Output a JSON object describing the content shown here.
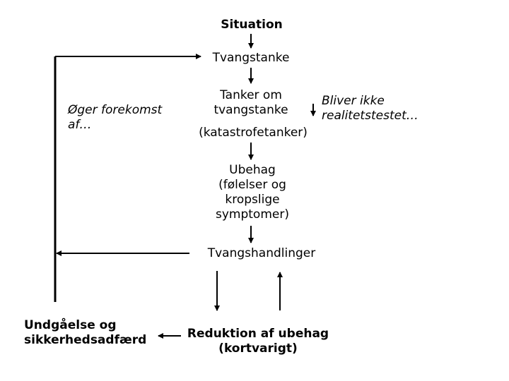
{
  "nodes": {
    "situation": "Situation",
    "tvangstanke": "Tvangstanke",
    "tanker_line1": "Tanker om",
    "tanker_line2": "tvangstanke",
    "katastrofe": "(katastrofetanker)",
    "bliver_line1": "Bliver ikke",
    "bliver_line2": "realitetstestet…",
    "oger_line1": "Øger forekomst",
    "oger_line2": "af…",
    "ubehag_line1": "Ubehag",
    "ubehag_line2": "(følelser og",
    "ubehag_line3": "kropslige",
    "ubehag_line4": "symptomer)",
    "tvangshandlinger": "Tvangshandlinger",
    "undgaelse_line1": "Undgåelse og",
    "undgaelse_line2": "sikkerhedsadfærd",
    "reduktion_line1": "Reduktion af ubehag",
    "reduktion_line2": "(kortvarigt)"
  },
  "colors": {
    "line": "#000000",
    "text": "#000000",
    "background": "#ffffff"
  }
}
